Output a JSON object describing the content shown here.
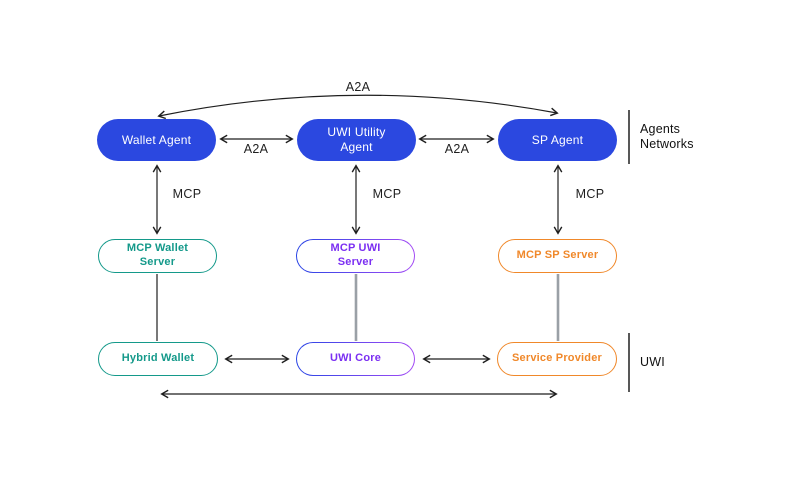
{
  "diagram": {
    "agents": {
      "wallet": {
        "label": "Wallet Agent"
      },
      "uwi_utility": {
        "label": "UWI Utility\nAgent"
      },
      "sp": {
        "label": "SP Agent"
      }
    },
    "mcp_servers": {
      "wallet": {
        "label": "MCP Wallet\nServer"
      },
      "uwi": {
        "label": "MCP UWI\nServer"
      },
      "sp": {
        "label": "MCP SP Server"
      }
    },
    "uwi_layer": {
      "hybrid_wallet": {
        "label": "Hybrid Wallet"
      },
      "uwi_core": {
        "label": "UWI Core"
      },
      "service_provider": {
        "label": "Service Provider"
      }
    },
    "edge_labels": {
      "a2a_top": "A2A",
      "a2a_left": "A2A",
      "a2a_right": "A2A",
      "mcp_wallet": "MCP",
      "mcp_uwi": "MCP",
      "mcp_sp": "MCP"
    },
    "group_labels": {
      "agents_networks": "Agents\nNetworks",
      "uwi": "UWI"
    }
  },
  "colors": {
    "agent_fill": "#2B48E0",
    "teal": "#14998A",
    "purple_text": "#7B2FF2",
    "gradient_start": "#2945E5",
    "gradient_end": "#A44BF5",
    "orange": "#F0882A",
    "arrow": "#1f1f1f",
    "connector_gray": "#9AA0A6"
  }
}
